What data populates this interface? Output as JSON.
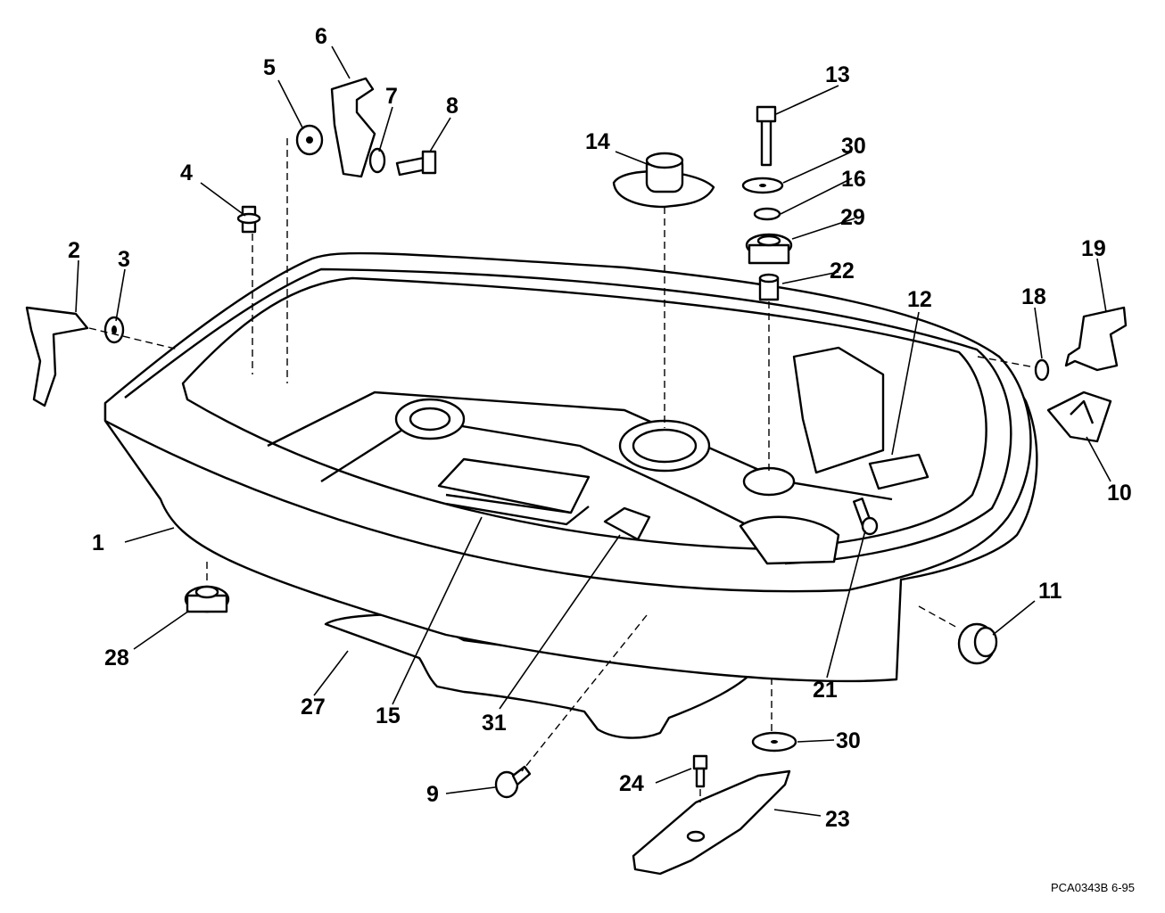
{
  "diagram": {
    "callouts": [
      "1",
      "2",
      "3",
      "4",
      "5",
      "6",
      "7",
      "8",
      "9",
      "10",
      "11",
      "12",
      "13",
      "14",
      "15",
      "16",
      "18",
      "19",
      "21",
      "22",
      "23",
      "24",
      "27",
      "28",
      "29",
      "30",
      "30",
      "31"
    ],
    "footer": {
      "code": "PCA0343B",
      "date": "6-95"
    }
  }
}
